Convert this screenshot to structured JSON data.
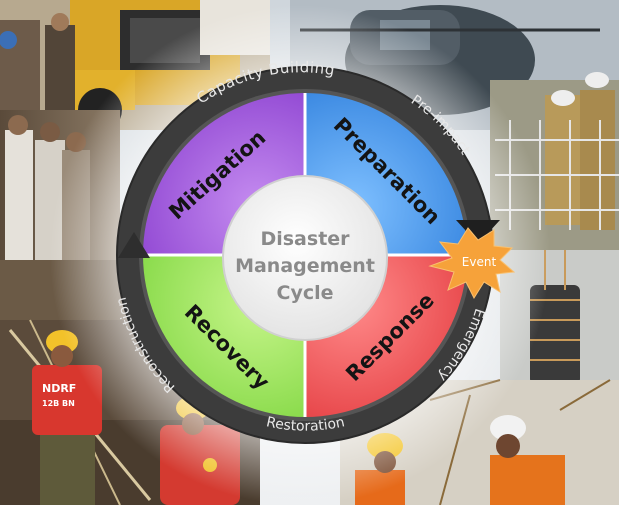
{
  "diagram": {
    "center_lines": [
      "Disaster",
      "Management",
      "Cycle"
    ],
    "quadrants": [
      {
        "label": "Mitigation",
        "color": "#a25ad6"
      },
      {
        "label": "Preparation",
        "color": "#3b8be6"
      },
      {
        "label": "Response",
        "color": "#f0464a"
      },
      {
        "label": "Recovery",
        "color": "#92e04a"
      }
    ],
    "ring_labels": {
      "top_left": "Capacity Building",
      "top_right": "Pre-impact",
      "right": "Emergency",
      "bottom": "Restoration",
      "left": "Reconstruction"
    },
    "event_label": "Event",
    "vest_text": [
      "NDRF",
      "12B BN"
    ]
  },
  "colors": {
    "ring": "#3c3c3c",
    "ring_text": "#e8e8e8",
    "center_text": "#8a8a8a",
    "event_burst": "#f7a43a"
  }
}
